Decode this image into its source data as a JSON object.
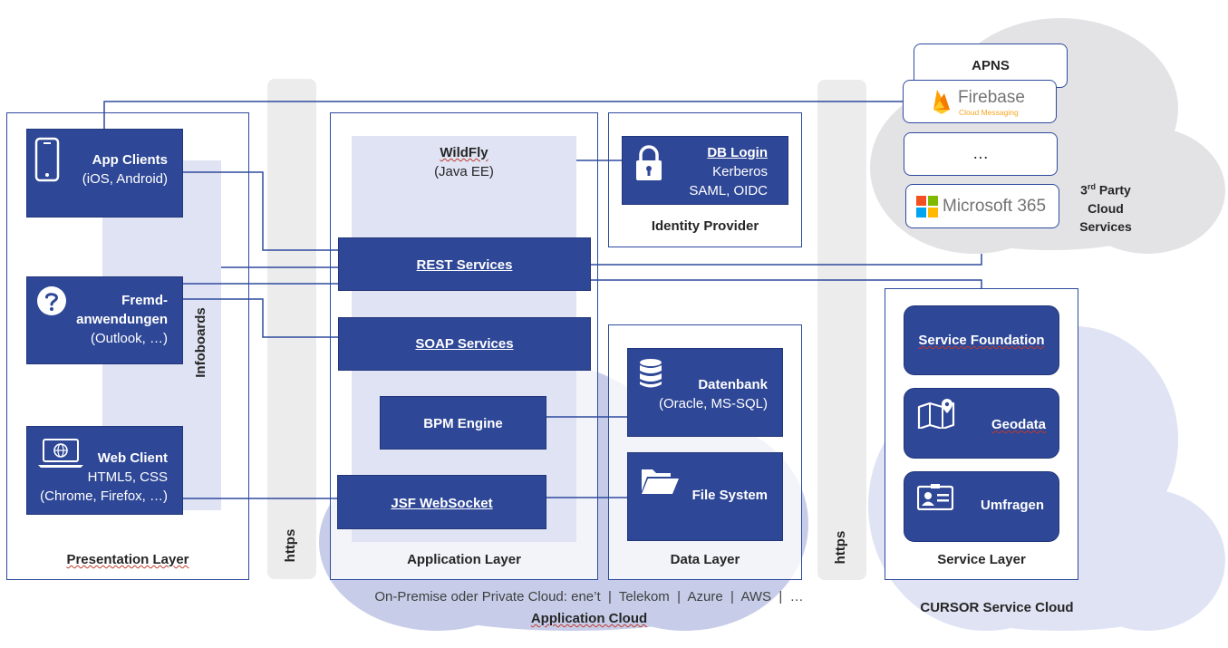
{
  "presentation": {
    "layer_label": "Presentation Layer",
    "infoboards_label": "Infoboards",
    "app_clients": {
      "title": "App Clients",
      "subtitle": "(iOS, Android)",
      "icon": "smartphone-icon"
    },
    "fremd": {
      "title_line1": "Fremd-",
      "title_line2": "anwendungen",
      "subtitle": "(Outlook, …)",
      "icon": "question-icon"
    },
    "web_client": {
      "title": "Web Client",
      "line2": "HTML5, CSS",
      "line3": "(Chrome, Firefox, …)",
      "icon": "laptop-globe-icon"
    }
  },
  "https_left": "https",
  "https_right": "https",
  "application": {
    "layer_label": "Application Layer",
    "wildfly_title": "WildFly",
    "wildfly_sub": "(Java EE)",
    "rest": "REST Services",
    "soap": "SOAP Services",
    "bpm": "BPM Engine",
    "jsf": "JSF WebSocket"
  },
  "identity": {
    "layer_label": "Identity Provider",
    "db_login": "DB Login",
    "kerberos": "Kerberos",
    "saml": "SAML, OIDC",
    "icon": "lock-icon"
  },
  "data_layer": {
    "layer_label": "Data Layer",
    "datenbank": "Datenbank",
    "datenbank_sub": "(Oracle, MS-SQL)",
    "file_system": "File System",
    "db_icon": "database-icon",
    "fs_icon": "folder-icon"
  },
  "third_party": {
    "apns": "APNS",
    "firebase": "Firebase",
    "firebase_sub": "Cloud Messaging",
    "ellipsis": "…",
    "microsoft": "Microsoft 365",
    "label_line1_pre": "3",
    "label_line1_sup": "rd",
    "label_line1_post": " Party",
    "label_line2": "Cloud",
    "label_line3": "Services"
  },
  "service_layer": {
    "layer_label": "Service Layer",
    "foundation": "Service Foundation",
    "geodata": "Geodata",
    "umfragen": "Umfragen",
    "geo_icon": "map-pin-icon",
    "umf_icon": "id-card-icon"
  },
  "clouds": {
    "app_cloud_sub": "On-Premise oder Private Cloud: ene’t  |  Telekom  |  Azure  |  AWS  |  …",
    "app_cloud_label": "Application Cloud",
    "cursor_cloud_label": "CURSOR Service Cloud"
  },
  "colors": {
    "navy": "#2e4796",
    "line": "#2e4a9e",
    "panel": "#dfe3f3",
    "cloud_gray": "#e3e3e6",
    "cloud_blue": "#c7cde9"
  }
}
